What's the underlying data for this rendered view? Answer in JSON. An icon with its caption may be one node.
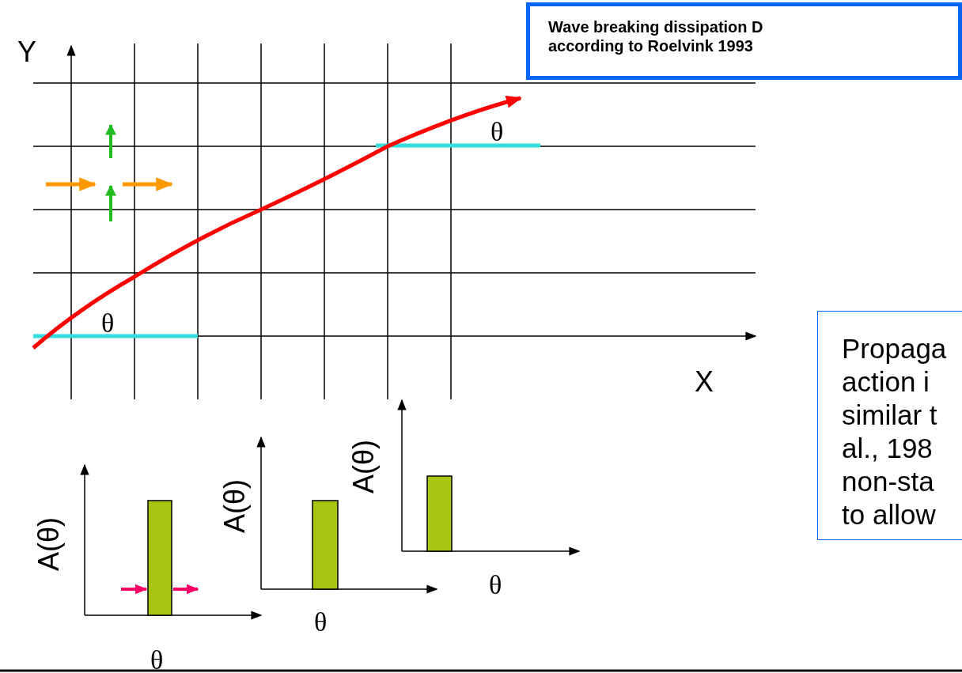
{
  "diagram": {
    "nodes": [
      {
        "text": [
          "Wave breaking dissipation D according to Roelvink 1993"
        ]
      },
      {
        "text": [
          "Propaga action i similar t al., 198 non-sta to allow"
        ]
      }
    ],
    "labels": [
      "Y",
      "θ",
      "θ",
      "X",
      "A(θ)",
      "A(θ)",
      "A(θ)",
      "θ",
      "θ",
      "θ"
    ]
  }
}
